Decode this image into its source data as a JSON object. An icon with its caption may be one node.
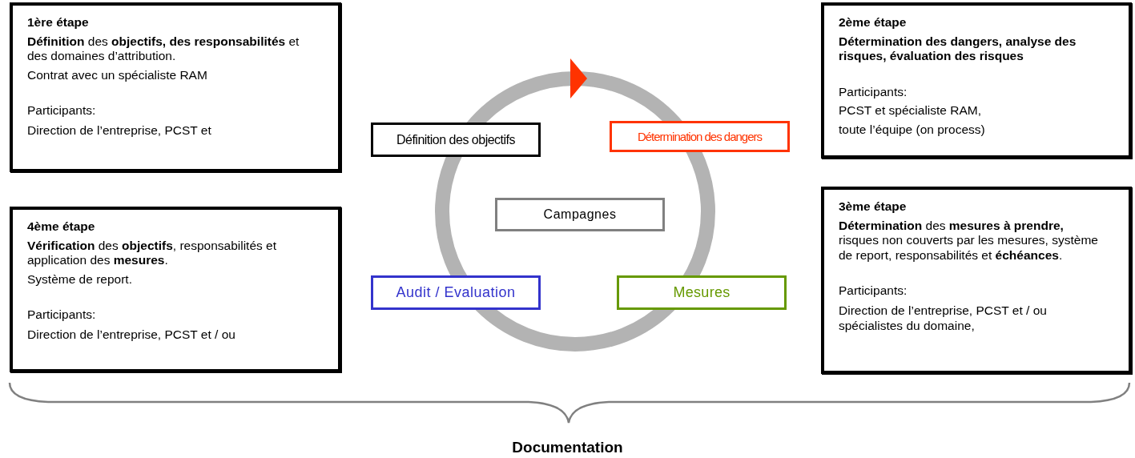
{
  "diagram": {
    "nodes": [
      {
        "text": [
          "1ère étape",
          "**Définition** des **objectifs, des responsabilités** et des domaines d’attribution.",
          "Contrat avec un spécialiste RAM",
          "Participants:",
          "Direction de l’entreprise, PCST et"
        ]
      },
      {
        "text": [
          "2ème étape",
          "Détermination des dangers, analyse des risques, évaluation des risques",
          "Participants:",
          "PCST et spécialiste RAM,",
          "toute l’équipe (on process)"
        ]
      },
      {
        "text": [
          "Définition des objectifs"
        ]
      },
      {
        "text": [
          "Détermination des dangers"
        ]
      },
      {
        "text": [
          "Campagnes"
        ]
      },
      {
        "text": [
          "4ème étape",
          "**Vérification** des **objectifs**, responsabilités et application des **mesures**.",
          "Système de report.",
          "Participants:",
          "Direction de l’entreprise, PCST et / ou"
        ]
      },
      {
        "text": [
          "3ème étape",
          "**Détermination** des **mesures à prendre,** risques non couverts par les mesures, système de report, responsabilités et **échéances**.",
          "Participants:",
          "Direction de l’entreprise, PCST et / ou spécialistes du domaine,"
        ]
      },
      {
        "text": [
          "Audit / Evaluation"
        ]
      },
      {
        "text": [
          "Mesures"
        ]
      }
    ],
    "labels": [
      "Documentation"
    ]
  }
}
